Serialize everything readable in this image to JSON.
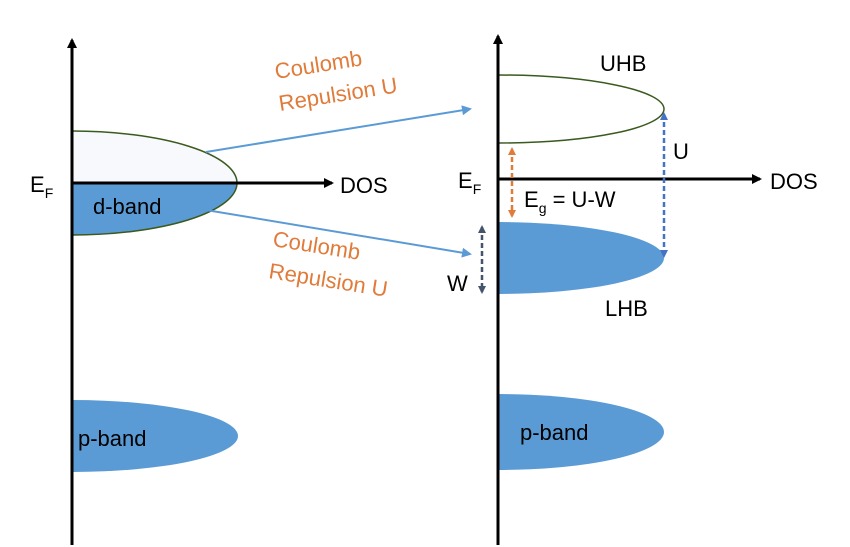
{
  "colors": {
    "axis": "#000000",
    "band_fill": "#5B9BD5",
    "band_outline": "#3A5A1E",
    "arrow_blue": "#5B9BD5",
    "coulomb_text": "#E07B39",
    "gap_arrow": "#E07B39",
    "w_arrow": "#44546A",
    "u_arrow": "#4472C4"
  },
  "left_panel": {
    "fermi_label": "E",
    "fermi_sub": "F",
    "dos_label": "DOS",
    "d_band_label": "d-band",
    "p_band_label": "p-band"
  },
  "coulomb_upper": {
    "line1": "Coulomb",
    "line2": "Repulsion U"
  },
  "coulomb_lower": {
    "line1": "Coulomb",
    "line2": "Repulsion U"
  },
  "right_panel": {
    "fermi_label": "E",
    "fermi_sub": "F",
    "dos_label": "DOS",
    "uhb_label": "UHB",
    "lhb_label": "LHB",
    "u_label": "U",
    "w_label": "W",
    "gap_main": "E",
    "gap_sub": "g",
    "gap_rest": " = U-W",
    "p_band_label": "p-band"
  }
}
